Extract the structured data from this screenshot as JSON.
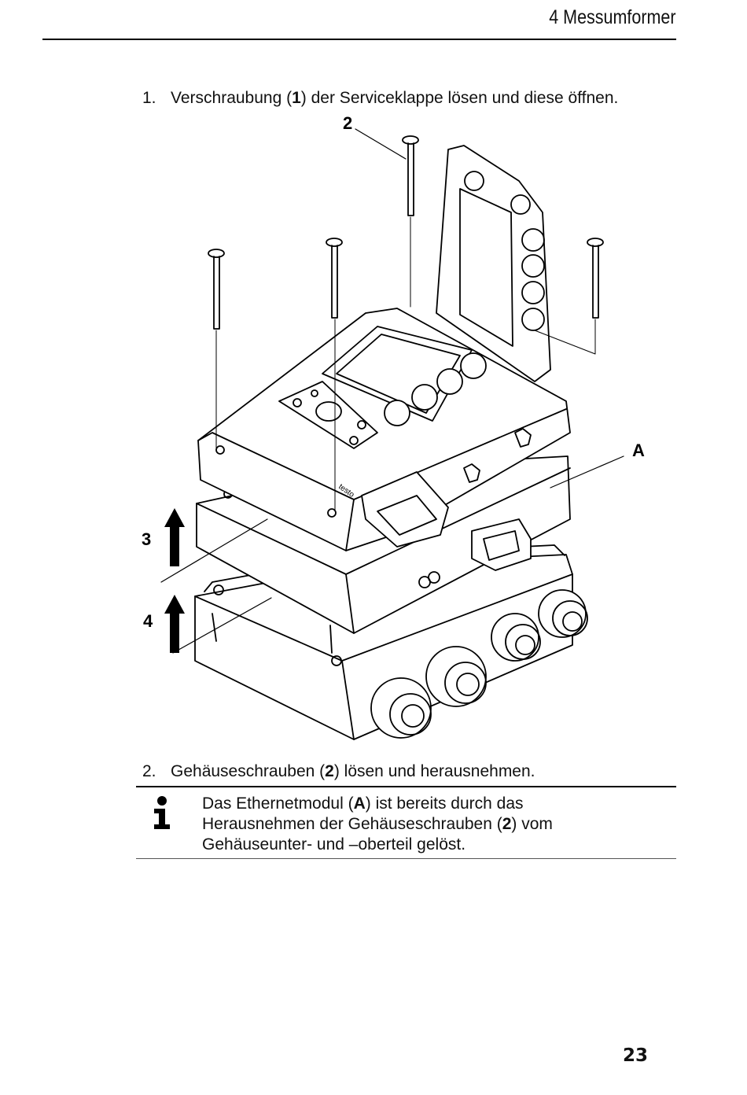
{
  "header": {
    "title": "4 Messumformer"
  },
  "steps": {
    "s1": {
      "num": "1.",
      "pre": "Verschraubung (",
      "ref": "1",
      "post": ") der Serviceklappe lösen und diese öffnen."
    },
    "s2": {
      "num": "2.",
      "pre": "Gehäuseschrauben (",
      "ref": "2",
      "post": ") lösen und herausnehmen."
    }
  },
  "figure": {
    "callouts": {
      "screws": "2",
      "ethernet": "A",
      "upper_part": "3",
      "lower_part": "4"
    },
    "brand": "testo"
  },
  "note": {
    "icon": "info-icon",
    "line1": {
      "pre": "Das Ethernetmodul (",
      "ref": "A",
      "post": ") ist bereits durch das"
    },
    "line2": {
      "pre": "Herausnehmen der Gehäuseschrauben (",
      "ref": "2",
      "post": ") vom"
    },
    "line3": "Gehäuseunter- und –oberteil gelöst."
  },
  "page_number": "23"
}
